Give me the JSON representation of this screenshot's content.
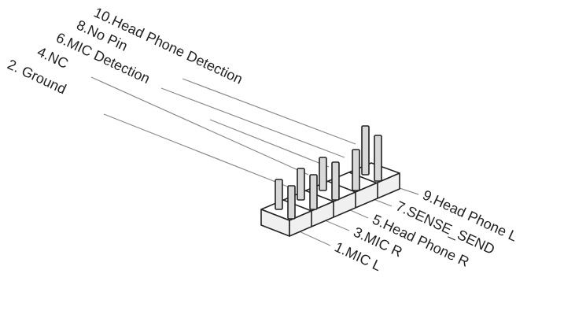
{
  "pin_labels": {
    "pin1": "1.MIC L",
    "pin2": "2. Ground",
    "pin3": "3.MIC R",
    "pin4": "4.NC",
    "pin5": "5.Head Phone R",
    "pin6": "6.MIC Detection",
    "pin7": "7.SENSE_SEND",
    "pin8": "8.No Pin",
    "pin9": "9.Head Phone L",
    "pin10": "10.Head Phone Detection"
  },
  "colors": {
    "line": "#8a8a8a",
    "outline": "#222222",
    "pin_fill": "#d8d8d8",
    "block_top": "#ffffff",
    "block_side": "#f0f0f0",
    "text": "#222222"
  }
}
